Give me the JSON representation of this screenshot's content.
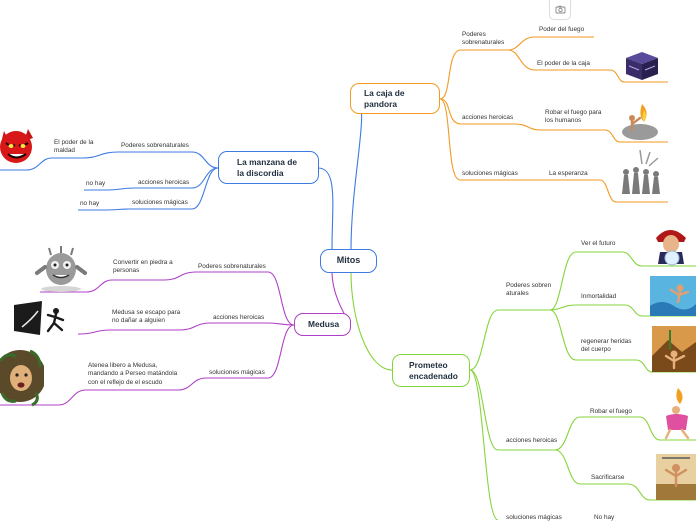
{
  "center": {
    "label": "Mitos"
  },
  "colors": {
    "pandora": "#f29a22",
    "manzana": "#3e7be0",
    "medusa": "#b040c8",
    "prometeo": "#86d43a",
    "center": "#3e7be0"
  },
  "toolbar": {
    "icon": "camera-icon"
  },
  "branches": {
    "pandora": {
      "label": "La caja de pandora",
      "poderes": {
        "label": "Poderes sobrenaturales",
        "items": [
          "Poder del fuego",
          "El poder de la caja"
        ]
      },
      "acciones": {
        "label": "acciones heroicas",
        "item": "Robar el fuego para los humanos"
      },
      "soluciones": {
        "label": "soluciones mágicas",
        "item": "La esperanza"
      }
    },
    "manzana": {
      "label": "La manzana de la discordia",
      "poderes": {
        "label": "Poderes sobrenaturales",
        "item": "El poder de la maldad"
      },
      "acciones": {
        "label": "acciones heroicas",
        "item": "no hay"
      },
      "soluciones": {
        "label": "soluciones mágicas",
        "item": "no hay"
      }
    },
    "medusa": {
      "label": "Medusa",
      "poderes": {
        "label": "Poderes sobrenaturales",
        "item": "Convertir en piedra a personas"
      },
      "acciones": {
        "label": "acciones heroicas",
        "item": "Medusa se escapo para no dañar a alguien"
      },
      "soluciones": {
        "label": "soluciones mágicas",
        "item": "Atenea libero a Medusa, mandando a Perseo matándola con el reflejo de el escudo"
      }
    },
    "prometeo": {
      "label": "Prometeo encadenado",
      "poderes": {
        "label": "Poderes sobrenaturales",
        "items": [
          "Ver el futuro",
          "Inmortalidad",
          "regenerar heridas del cuerpo"
        ]
      },
      "acciones": {
        "label": "acciones heroicas",
        "items": [
          "Robar el fuego",
          "Sacrificarse"
        ]
      },
      "soluciones": {
        "label": "soluciones mágicas",
        "item": "No hay"
      }
    }
  }
}
